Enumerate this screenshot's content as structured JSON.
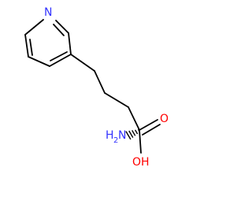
{
  "structure": {
    "atoms": {
      "pyridine_nitrogen": "N",
      "amine_h": "H",
      "amine_h_count": "2",
      "amine_n": "N",
      "hydroxyl_o": "O",
      "hydroxyl_h": "H",
      "carbonyl_o": "O"
    },
    "colors": {
      "bond": "#000000",
      "nitrogen": "#3333ff",
      "oxygen": "#ff0000"
    },
    "stereo_bond": "hashed-wedge"
  }
}
